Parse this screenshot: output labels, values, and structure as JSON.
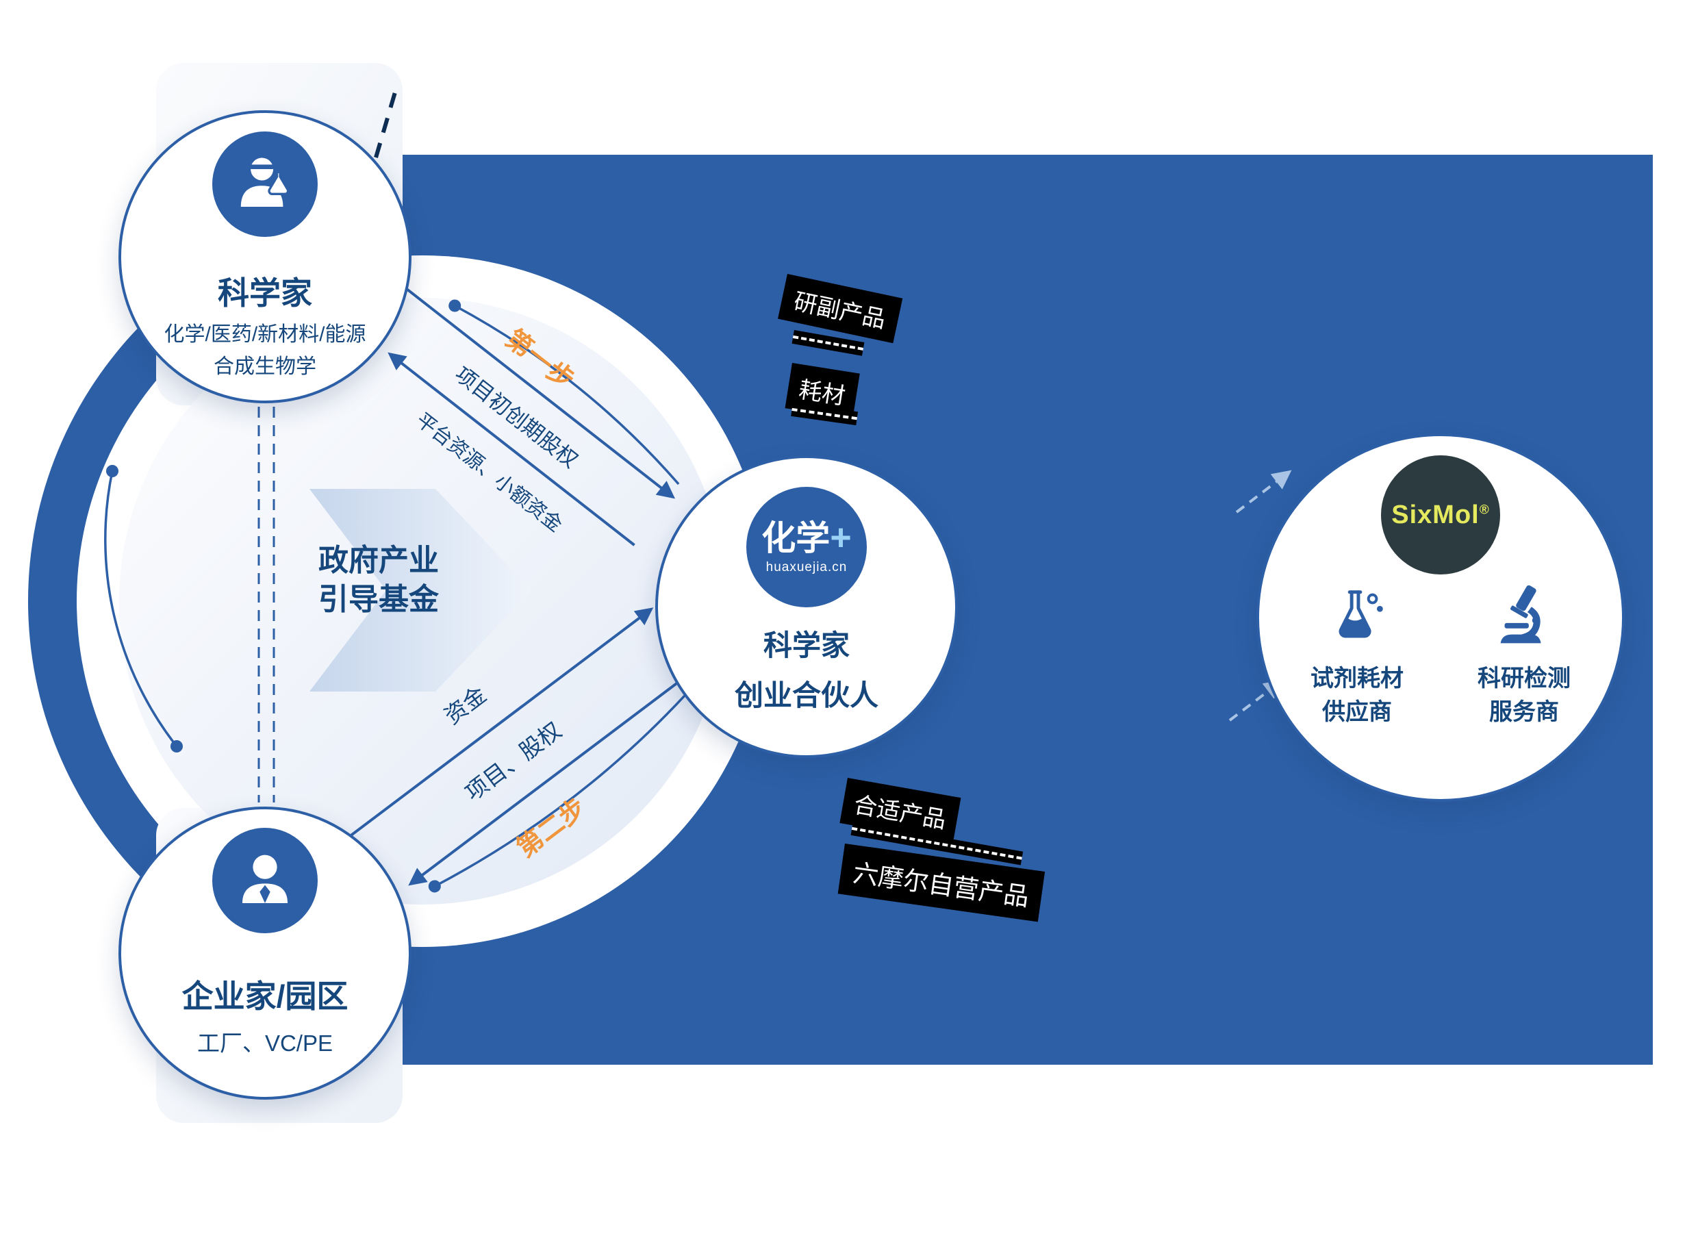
{
  "colors": {
    "primary_blue": "#2d5fa6",
    "navy_text": "#16477c",
    "accent_orange": "#f0953c",
    "sixmol_circle_bg": "#2c3b40",
    "sixmol_brand_text": "#e4e95e",
    "tag_bg": "#000000",
    "tag_text": "#ffffff"
  },
  "scientist": {
    "title": "科学家",
    "subtitle_line1": "化学/医药/新材料/能源",
    "subtitle_line2": "合成生物学"
  },
  "entrepreneur": {
    "title": "企业家/园区",
    "subtitle": "工厂、VC/PE"
  },
  "fund": {
    "line1": "政府产业",
    "line2": "引导基金"
  },
  "partner": {
    "logo_main": "化学",
    "logo_plus": "+",
    "logo_domain": "huaxuejia.cn",
    "line1": "科学家",
    "line2": "创业合伙人"
  },
  "sixmol": {
    "brand": "SixMol",
    "reg_mark": "®",
    "supplier_line1": "试剂耗材",
    "supplier_line2": "供应商",
    "service_line1": "科研检测",
    "service_line2": "服务商"
  },
  "flows": {
    "step1_label": "第一步",
    "step1_give": "项目初创期股权",
    "step1_get": "平台资源、小额资金",
    "step2_give": "资金",
    "step2_get": "项目、股权",
    "step2_label": "第二步"
  },
  "tags": {
    "byproduct": "研副产品",
    "consumables": "耗材",
    "suitable_products": "合适产品",
    "sixmol_products": "六摩尔自营产品"
  }
}
